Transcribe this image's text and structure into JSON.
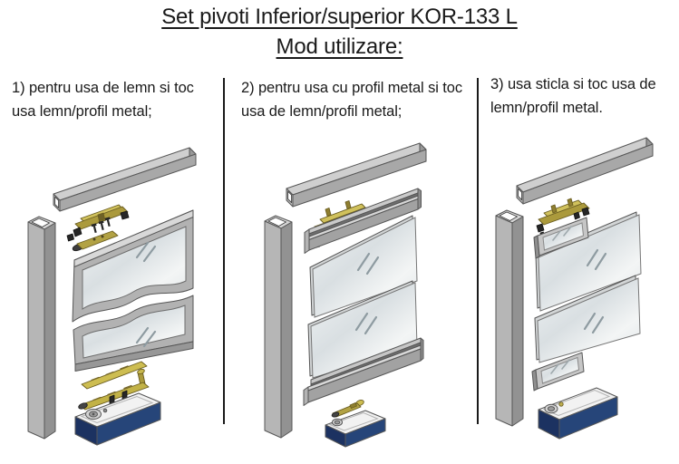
{
  "document": {
    "title": "Set pivoti Inferior/superior KOR-133 L",
    "subtitle": "Mod utilizare:"
  },
  "sections": [
    {
      "number": "1",
      "label": "1) pentru usa de lemn si toc usa lemn/profil metal;",
      "diagram": "exploded-pivot-set-wood-door",
      "diagram_parts": [
        "header-rail",
        "top-pivot-brass",
        "fixing-screws",
        "top-pivot-arm-brass",
        "door-jamb-post",
        "wood-door-panel-upper",
        "wood-door-panel-lower",
        "bottom-pivot-plates-brass",
        "floor-spring-unit"
      ]
    },
    {
      "number": "2",
      "label": "2) pentru usa cu profil metal si toc usa de lemn/profil metal;",
      "diagram": "exploded-pivot-set-metal-profile-door",
      "diagram_parts": [
        "header-rail",
        "top-pivot-brass",
        "top-door-profile-rail",
        "door-jamb-post",
        "glass-panel-upper",
        "glass-panel-lower",
        "bottom-door-profile-rail",
        "bottom-pivot-pin-brass",
        "floor-spring-unit"
      ]
    },
    {
      "number": "3",
      "label": "3) usa sticla si toc usa de lemn/profil metal.",
      "diagram": "exploded-pivot-set-glass-door",
      "diagram_parts": [
        "header-rail",
        "top-pivot-brass",
        "door-jamb-post",
        "top-glass-clamp",
        "glass-panel-upper",
        "glass-panel-lower",
        "bottom-glass-clamp",
        "floor-spring-unit"
      ]
    }
  ],
  "colors": {
    "background": "#ffffff",
    "text": "#1a1a1a",
    "divider": "#1a1a1a",
    "aluminum_light": "#cfcfcf",
    "aluminum_mid": "#a8a8a8",
    "aluminum_dark": "#929292",
    "brass": "#ab9a3c",
    "brass_light": "#d0c15c",
    "floor_spring_base_navy": "#1c3261",
    "glass_tint": "#dbe1e3"
  }
}
